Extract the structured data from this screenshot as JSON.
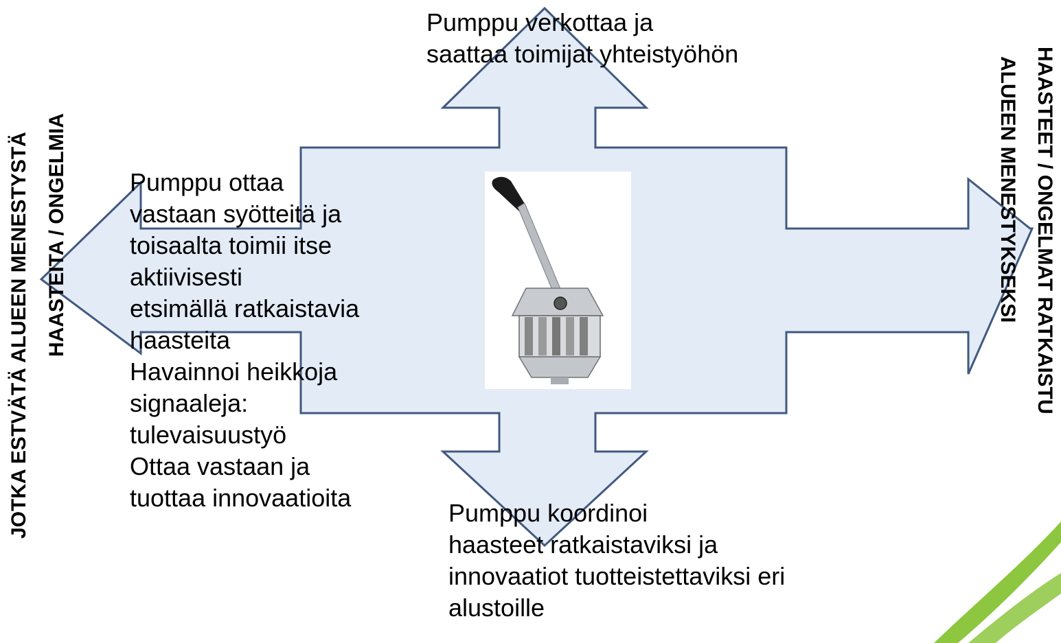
{
  "left_labels": [
    "JOTKA ESTVÄTÄ ALUEEN MENESTYSTÄ",
    "HAASTEITA / ONGELMIA"
  ],
  "right_labels": [
    "HAASTEET / ONGELMAT RATKAISTU",
    "ALUEEN MENESTYKSEKSI"
  ],
  "top_text": [
    "Pumppu verkottaa ja",
    "saattaa toimijat yhteistyöhön"
  ],
  "left_text": [
    "Pumppu ottaa",
    "vastaan syötteitä ja",
    "toisaalta toimii itse",
    "aktiivisesti",
    "etsimällä ratkaistavia",
    "haasteita",
    "Havainnoi heikkoja",
    "signaaleja:",
    "tulevaisuustyö",
    "Ottaa vastaan ja",
    "tuottaa innovaatioita"
  ],
  "bottom_text": [
    "Pumppu koordinoi",
    "haasteet ratkaistaviksi ja",
    "innovaatiot tuotteistettaviksi eri",
    "alustoille"
  ],
  "colors": {
    "arrow_fill": "#e3ebf6",
    "arrow_stroke": "#41597f",
    "swoosh": "#8dc63f"
  }
}
